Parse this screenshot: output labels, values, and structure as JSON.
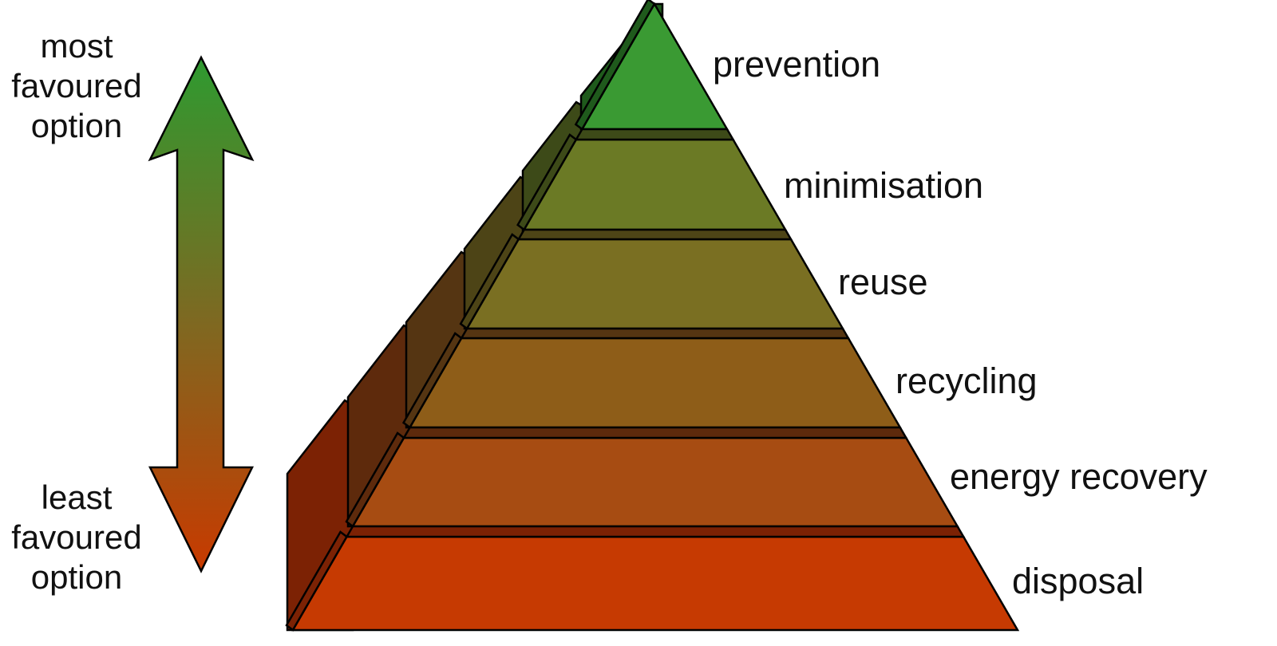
{
  "axis": {
    "top_label": [
      "most",
      "favoured",
      "option"
    ],
    "bottom_label": [
      "least",
      "favoured",
      "option"
    ],
    "gradient_top": "#2e9a30",
    "gradient_bottom": "#c83a00"
  },
  "hierarchy": {
    "tiers": [
      {
        "label": "prevention",
        "color": "#3a9a33",
        "side": "#1f5a1c"
      },
      {
        "label": "minimisation",
        "color": "#6b7a25",
        "side": "#3d4a18"
      },
      {
        "label": "reuse",
        "color": "#7a6f22",
        "side": "#4d4416"
      },
      {
        "label": "recycling",
        "color": "#8e5d18",
        "side": "#553512"
      },
      {
        "label": "energy recovery",
        "color": "#a74c12",
        "side": "#5e2a0c"
      },
      {
        "label": "disposal",
        "color": "#c63a02",
        "side": "#7c2204"
      }
    ]
  }
}
